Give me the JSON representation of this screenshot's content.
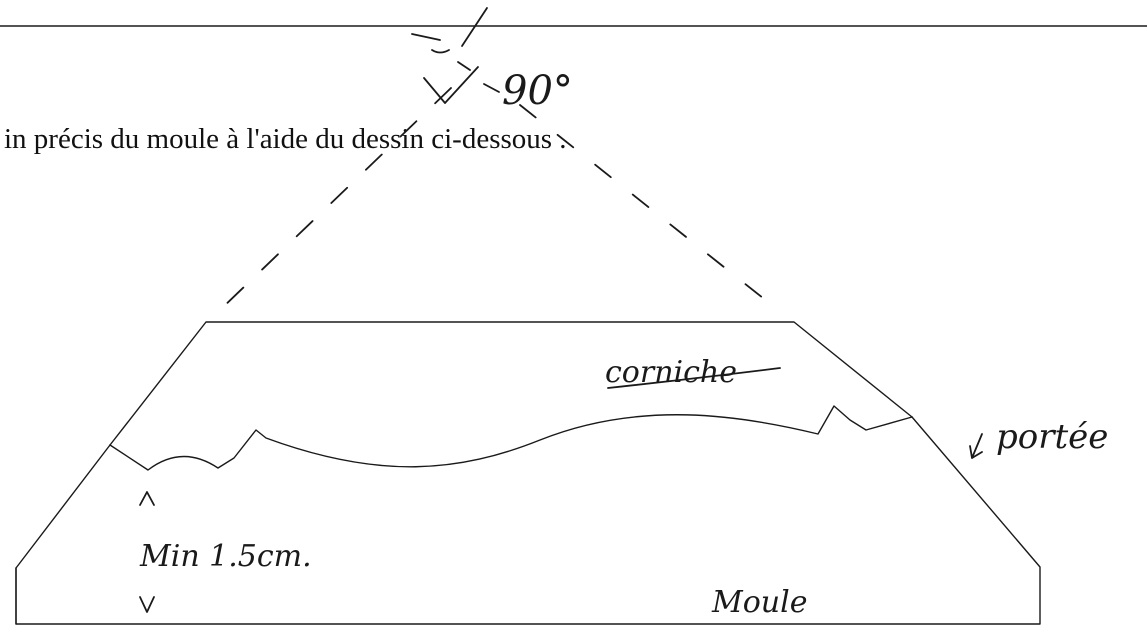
{
  "instruction_text": "in précis du  moule à l'aide du dessin ci-dessous .",
  "annotations": {
    "angle": "90°",
    "top_part": "corniche",
    "edge": "portée",
    "min_thickness": "Min 1.5cm.",
    "bottom_part": "Moule"
  },
  "colors": {
    "ink": "#1a1a1a",
    "paper": "#ffffff"
  }
}
